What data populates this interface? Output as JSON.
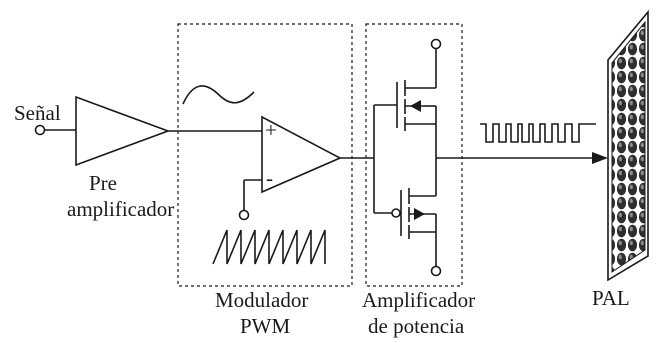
{
  "labels": {
    "input": "Señal",
    "preamp_line1": "Pre",
    "preamp_line2": "amplificador",
    "comparator_plus": "+",
    "comparator_minus": "-",
    "modulator_line1": "Modulador",
    "modulator_line2": "PWM",
    "power_amp_line1": "Amplificador",
    "power_amp_line2": "de potencia",
    "speaker": "PAL"
  }
}
